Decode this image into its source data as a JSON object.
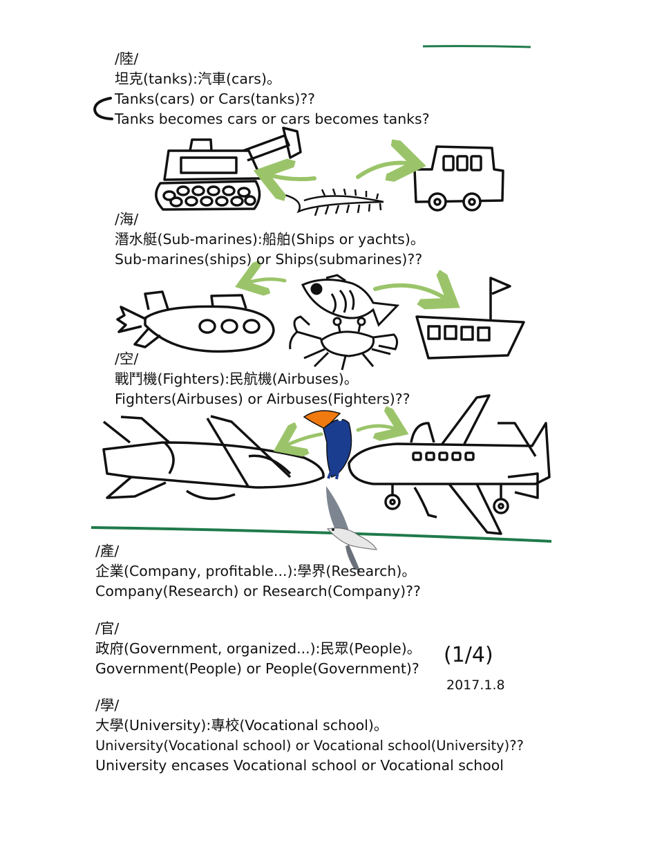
{
  "sections": {
    "land": {
      "heading": "/陸/",
      "line1": "坦克(tanks):汽車(cars)。",
      "line2": "Tanks(cars) or Cars(tanks)??",
      "line3": "Tanks becomes cars or cars becomes tanks?"
    },
    "sea": {
      "heading": "/海/",
      "line1": "潛水艇(Sub-marines):船舶(Ships or yachts)。",
      "line2": "Sub-marines(ships) or Ships(submarines)??"
    },
    "air": {
      "heading": "/空/",
      "line1": "戰鬥機(Fighters):民航機(Airbuses)。",
      "line2": "Fighters(Airbuses) or Airbuses(Fighters)??"
    },
    "industry": {
      "heading": "/產/",
      "line1": "企業(Company, profitable...):學界(Research)。",
      "line2": "Company(Research) or Research(Company)??"
    },
    "government": {
      "heading": "/官/",
      "line1": "政府(Government, organized...):民眾(People)。",
      "line2": "Government(People) or People(Government)?"
    },
    "academia": {
      "heading": "/學/",
      "line1": "大學(University):專校(Vocational school)。",
      "line2": "University(Vocational school) or Vocational school(University)??",
      "line3": "University encases Vocational school or Vocational school"
    }
  },
  "page_number": "(1/4)",
  "date": "2017.1.8",
  "icons": [
    "tank-icon",
    "centipede-icon",
    "car-icon",
    "submarine-icon",
    "fish-icon",
    "crab-icon",
    "ship-icon",
    "fighter-jet-icon",
    "toucan-icon",
    "airliner-icon",
    "seagull-icon"
  ],
  "colors": {
    "divider": "#1f7a4a",
    "arrow": "#9bc46a",
    "ink": "#111111"
  }
}
